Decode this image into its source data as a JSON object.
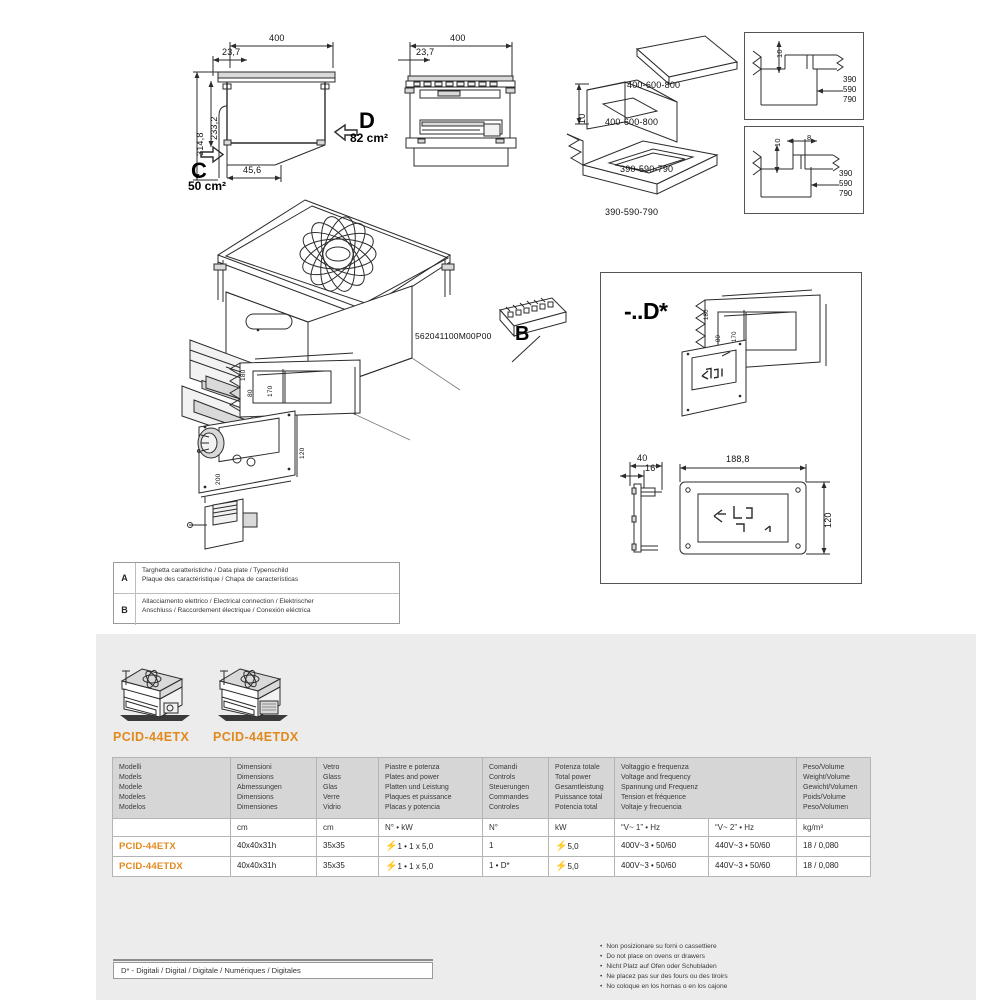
{
  "document": {
    "type": "appliance-installation-datasheet",
    "part_number": "562041100M00P00",
    "accent_color": "#E08A1E",
    "bolt_color": "#d92b1c"
  },
  "drawings": {
    "side_view": {
      "width_400": "400",
      "offset_237": "23,7",
      "height_3148": "314,8",
      "height_2332": "233,2",
      "depth_456": "45,6",
      "vent_c_letter": "C",
      "vent_c_area": "50 cm²",
      "vent_d_letter": "D",
      "vent_d_area": "82 cm²"
    },
    "front_view": {
      "width_400": "400",
      "offset_237": "23,7"
    },
    "worktop_cutout": {
      "top_label": "400-600-800",
      "body_label": "400-600-800",
      "cut_label_top": "390-590-790",
      "cut_label_bottom": "390-590-790",
      "thickness_10": "10"
    },
    "detail_box_top": {
      "thickness_10": "10",
      "values": [
        "390",
        "590",
        "790"
      ]
    },
    "detail_box_bottom": {
      "thickness_10": "10",
      "gap_8": "8",
      "values": [
        "390",
        "590",
        "790"
      ]
    },
    "exploded_main": {
      "part_code": "562041100M00P00",
      "callout_b": "B"
    },
    "control_panel_left": {
      "w_180": "180",
      "w_170": "170",
      "h_80": "80",
      "w_200": "200",
      "h_120": "120"
    },
    "dstar_panel": {
      "title": "-..D*",
      "w_180": "180",
      "w_170": "170",
      "h_80": "80",
      "depth_40": "40",
      "depth_16": "16",
      "w_1888": "188,8",
      "h_120": "120"
    }
  },
  "legend": {
    "rows": [
      {
        "key": "A",
        "line1": "Targhetta caratteristiche / Data plate / Typenschild",
        "line2": "Plaque des caractéristique / Chapa de características"
      },
      {
        "key": "B",
        "line1": "Allacciamento elettrico / Electrical connection / Elektrischer",
        "line2": "Anschluss / Raccordement électrique / Conexión eléctrica"
      }
    ]
  },
  "products": [
    {
      "name": "PCID-44ETX"
    },
    {
      "name": "PCID-44ETDX"
    }
  ],
  "table": {
    "headers": [
      {
        "lines": [
          "Modelli",
          "Models",
          "Modele",
          "Modeles",
          "Modelos"
        ]
      },
      {
        "lines": [
          "Dimensioni",
          "Dimensions",
          "Abmessungen",
          "Dimensions",
          "Dimensiones"
        ]
      },
      {
        "lines": [
          "Vetro",
          "Glass",
          "Glas",
          "Verre",
          "Vidrio"
        ]
      },
      {
        "lines": [
          "Piastre e potenza",
          "Plates and power",
          "Platten und Leistung",
          "Plaques et puissance",
          "Placas y potencia"
        ]
      },
      {
        "lines": [
          "Comandi",
          "Controls",
          "Steuerungen",
          "Commandes",
          "Controles"
        ]
      },
      {
        "lines": [
          "Potenza totale",
          "Total power",
          "Gesamtleistung",
          "Puissance total",
          "Potencia total"
        ]
      },
      {
        "lines": [
          "Voltaggio e frequenza",
          "Voltage and frequency",
          "Spannung und Frequenz",
          "Tension et fréquence",
          "Voltaje y frecuencia"
        ]
      },
      {
        "lines": [
          "Peso/Volume",
          "Weight/Volume",
          "Gewicht/Volumen",
          "Poids/Volume",
          "Peso/Volumen"
        ]
      }
    ],
    "units": [
      "",
      "cm",
      "cm",
      "N° • kW",
      "N°",
      "kW",
      "“V~ 1” • Hz",
      "“V~ 2” • Hz",
      "kg/m³"
    ],
    "rows": [
      {
        "model": "PCID-44ETX",
        "dimensions": "40x40x31h",
        "glass": "35x35",
        "plates": "1 • 1 x 5,0",
        "controls": "1",
        "total_power": "5,0",
        "voltage1": "400V~3 • 50/60",
        "voltage2": "440V~3 • 50/60",
        "weight_volume": "18 / 0,080"
      },
      {
        "model": "PCID-44ETDX",
        "dimensions": "40x40x31h",
        "glass": "35x35",
        "plates": "1 • 1 x 5,0",
        "controls": "1 • D*",
        "total_power": "5,0",
        "voltage1": "400V~3 • 50/60",
        "voltage2": "440V~3 • 50/60",
        "weight_volume": "18 / 0,080"
      }
    ]
  },
  "footnotes": [
    "Non posizionare su forni o cassettiere",
    "Do not place on ovens or drawers",
    "Nicht Platz auf Ofen oder Schubladen",
    "Ne placez pas sur des fours ou des tiroirs",
    "No coloque en los hornas o en los cajone"
  ],
  "dstar_note": "D* - Digitali / Digital / Digitale / Numériques / Digitales"
}
